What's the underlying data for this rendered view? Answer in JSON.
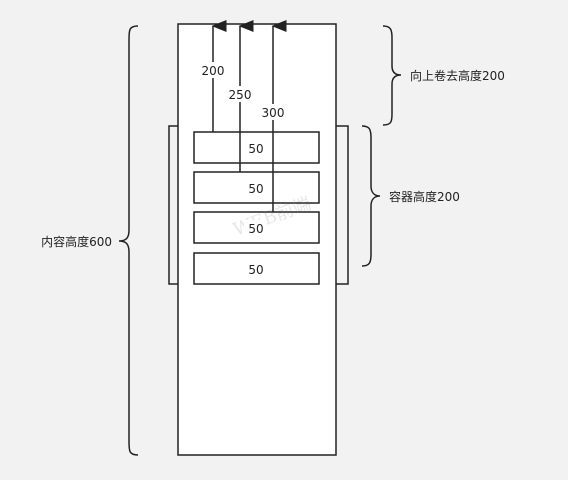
{
  "labels": {
    "content_height": "内容高度600",
    "scroll_top_height": "向上卷去高度200",
    "container_height": "容器高度200"
  },
  "arrows": [
    {
      "label": "200"
    },
    {
      "label": "250"
    },
    {
      "label": "300"
    }
  ],
  "items": [
    {
      "label": "50"
    },
    {
      "label": "50"
    },
    {
      "label": "50"
    },
    {
      "label": "50"
    }
  ],
  "watermark": "WEB前端"
}
